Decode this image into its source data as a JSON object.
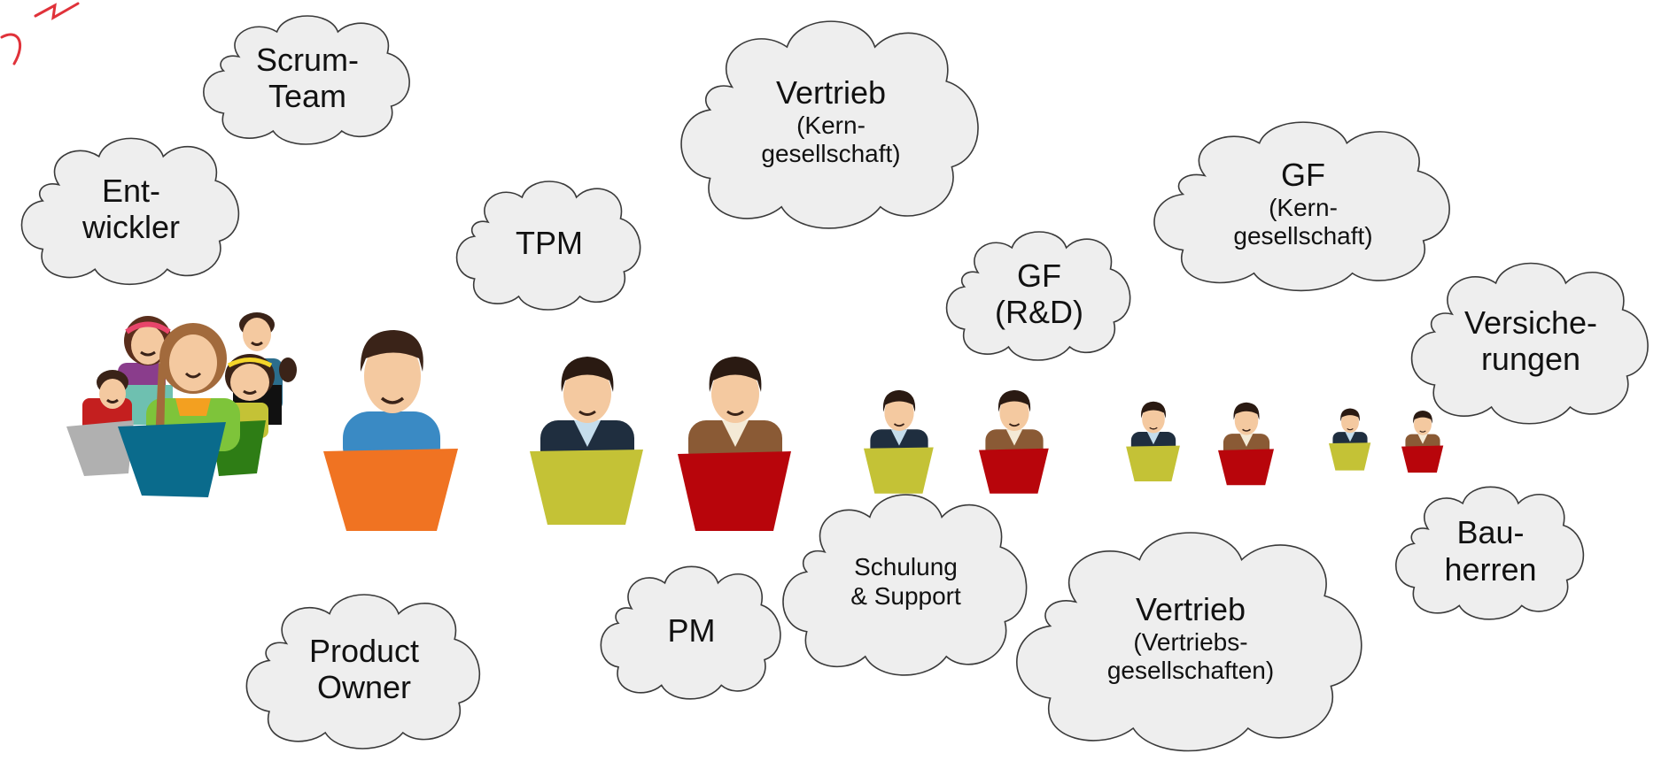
{
  "colors": {
    "cloud_fill": "#eeeeee",
    "cloud_stroke": "#3a3a3a",
    "skin": "#f4c9a0",
    "hair": "#3a2318",
    "accent_red": "#e8463a",
    "book_grey": "#b0b0b0",
    "book_teal": "#0a6b8c",
    "book_green": "#2e7d15",
    "book_orange": "#f07322",
    "book_olive": "#c4c236",
    "book_red": "#b8050b"
  },
  "icons": [
    "developer-group-icon",
    "product-owner-icon",
    "suit-person-icon",
    "cloud-shape"
  ],
  "clouds": {
    "entwickler": [
      "Ent-",
      "wickler"
    ],
    "scrum_team": [
      "Scrum-",
      "Team"
    ],
    "vertrieb_kern": {
      "main": "Vertrieb",
      "sub": [
        "(Kern-",
        "gesellschaft)"
      ]
    },
    "tpm": "TPM",
    "gf_rd": [
      "GF",
      "(R&D)"
    ],
    "gf_kern": {
      "main": "GF",
      "sub": [
        "(Kern-",
        "gesellschaft)"
      ]
    },
    "versicherungen": [
      "Versiche-",
      "rungen"
    ],
    "product_owner": [
      "Product",
      "Owner"
    ],
    "pm": "PM",
    "schulung": [
      "Schulung",
      "& Support"
    ],
    "vertrieb_vg": {
      "main": "Vertrieb",
      "sub": [
        "(Vertriebs-",
        "gesellschaften)"
      ]
    },
    "bauherren": [
      "Bau-",
      "herren"
    ]
  }
}
